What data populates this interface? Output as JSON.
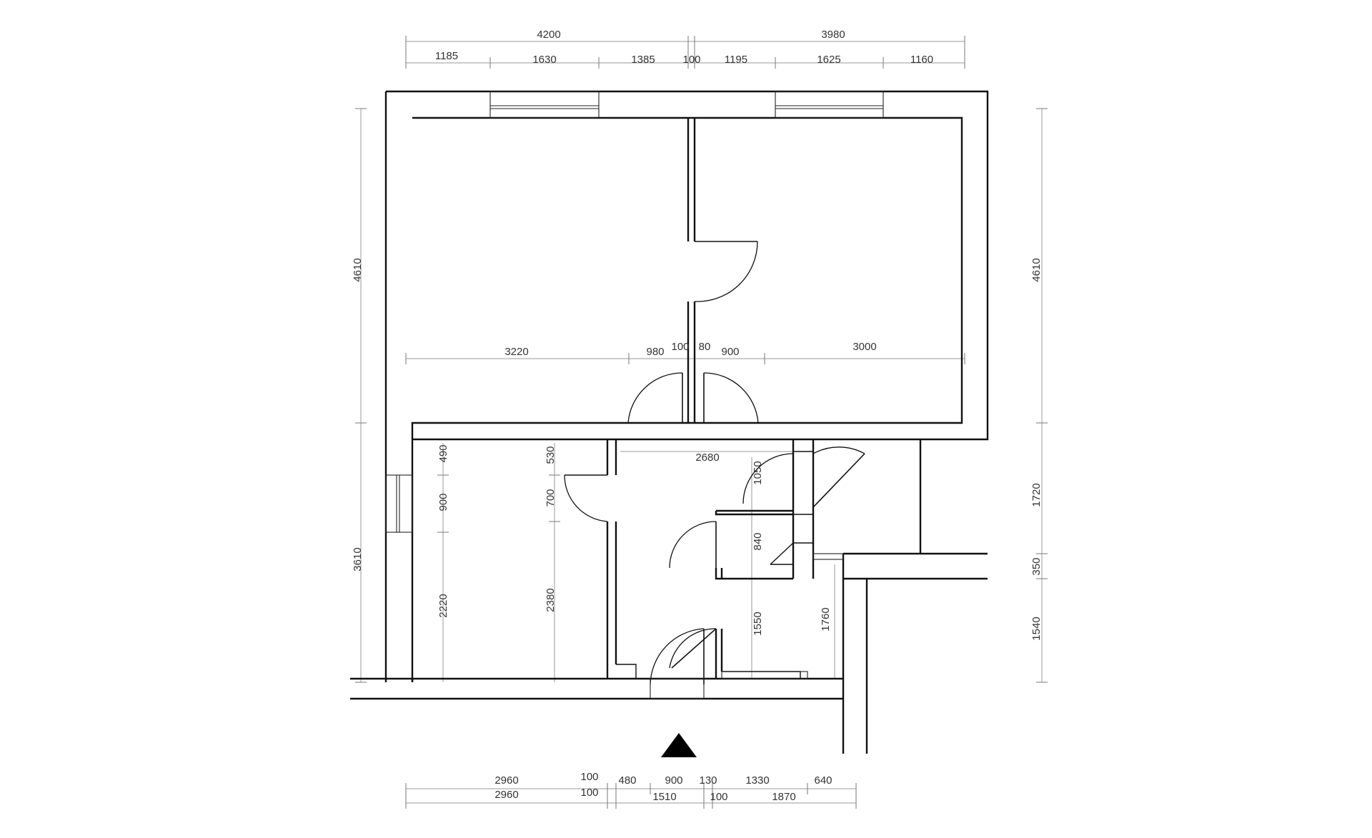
{
  "plan": {
    "top_dims": {
      "overall": [
        "4200",
        "3980"
      ],
      "segments": [
        "1185",
        "1630",
        "1385",
        "100",
        "1195",
        "1625",
        "1160"
      ]
    },
    "left_dims": [
      "4610",
      "490",
      "900",
      "3610",
      "2220"
    ],
    "right_dims": [
      "4610",
      "1720",
      "350",
      "1540"
    ],
    "interior_dims": {
      "row": [
        "3220",
        "980",
        "100",
        "80",
        "900",
        "3000"
      ],
      "corridor_width": "2680",
      "left_room_col": [
        "530",
        "700",
        "2380"
      ],
      "core": [
        "1050",
        "840",
        "1550",
        "1760"
      ]
    },
    "bottom_dims": {
      "row1": [
        "2960",
        "100",
        "480",
        "900",
        "130",
        "1330",
        "640"
      ],
      "row2": [
        "2960",
        "100",
        "1510",
        "100",
        "1870"
      ]
    },
    "entrance_marker": "entrance-arrow-icon"
  }
}
